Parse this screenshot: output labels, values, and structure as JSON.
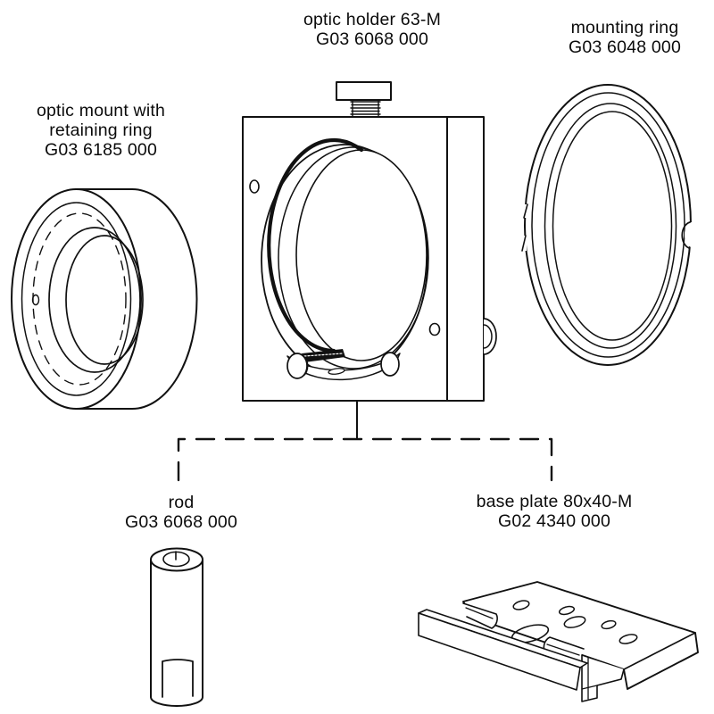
{
  "canvas": {
    "background": "#ffffff",
    "line_color": "#111111"
  },
  "parts": {
    "optic_holder": {
      "label_line1": "optic holder 63-M",
      "label_line2": "G03 6068 000"
    },
    "mounting_ring": {
      "label_line1": "mounting ring",
      "label_line2": "G03 6048 000"
    },
    "optic_mount": {
      "label_line1": "optic mount with",
      "label_line2": "retaining ring",
      "label_line3": "G03 6185 000"
    },
    "rod": {
      "label_line1": "rod",
      "label_line2": "G03 6068 000"
    },
    "base_plate": {
      "label_line1": "base plate 80x40-M",
      "label_line2": "G02 4340 000"
    }
  }
}
